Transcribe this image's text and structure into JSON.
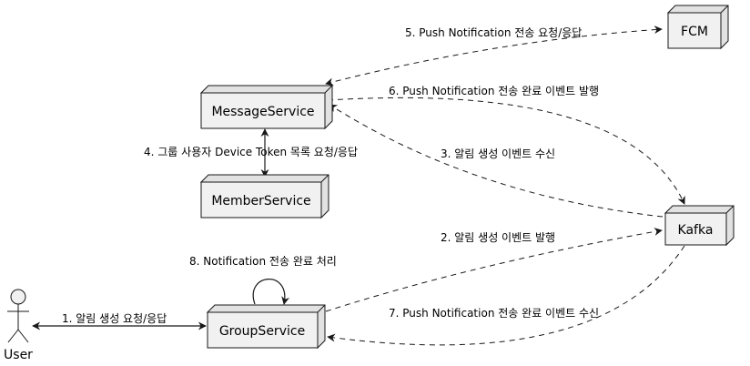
{
  "nodes": {
    "fcm": "FCM",
    "message_service": "MessageService",
    "member_service": "MemberService",
    "kafka": "Kafka",
    "group_service": "GroupService",
    "user": "User"
  },
  "edges": {
    "e1": "1. 알림 생성 요청/응답",
    "e2": "2. 알림 생성 이벤트 발행",
    "e3": "3. 알림 생성 이벤트 수신",
    "e4": "4. 그룹 사용자 Device Token 목록 요청/응답",
    "e5": "5. Push Notification 전송 요청/응답",
    "e6": "6. Push Notification 전송 완료 이벤트 발행",
    "e7": "7. Push Notification 전송 완료 이벤트 수신",
    "e8": "8. Notification 전송 완료 처리"
  }
}
